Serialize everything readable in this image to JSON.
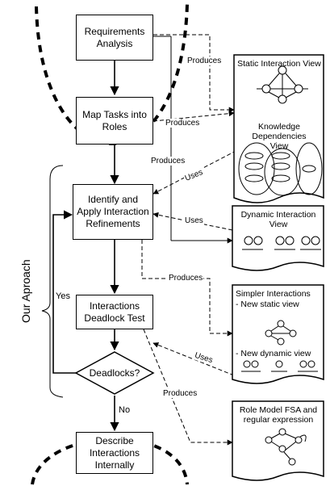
{
  "process_boxes": {
    "requirements": "Requirements Analysis",
    "map_tasks": "Map Tasks into Roles",
    "identify": "Identify and Apply Interaction Refinements",
    "deadlock_test": "Interactions Deadlock Test",
    "describe": "Describe Interactions Internally"
  },
  "decision": "Deadlocks?",
  "views": {
    "static": "Static Interaction View",
    "knowledge": "Knowledge Dependencies View",
    "dynamic": "Dynamic Interaction View",
    "simpler_title": "Simpler Interactions",
    "new_static": "- New static view",
    "new_dynamic": "- New dynamic view",
    "fsa": "Role Model FSA and regular expression"
  },
  "edge_labels": {
    "produces_1": "Produces",
    "produces_2": "Produces",
    "produces_3": "Produces",
    "produces_4": "Produces",
    "produces_5": "Produces",
    "uses_1": "Uses",
    "uses_2": "Uses",
    "uses_3": "Uses",
    "yes": "Yes",
    "no": "No"
  },
  "approach": "Our Aproach"
}
